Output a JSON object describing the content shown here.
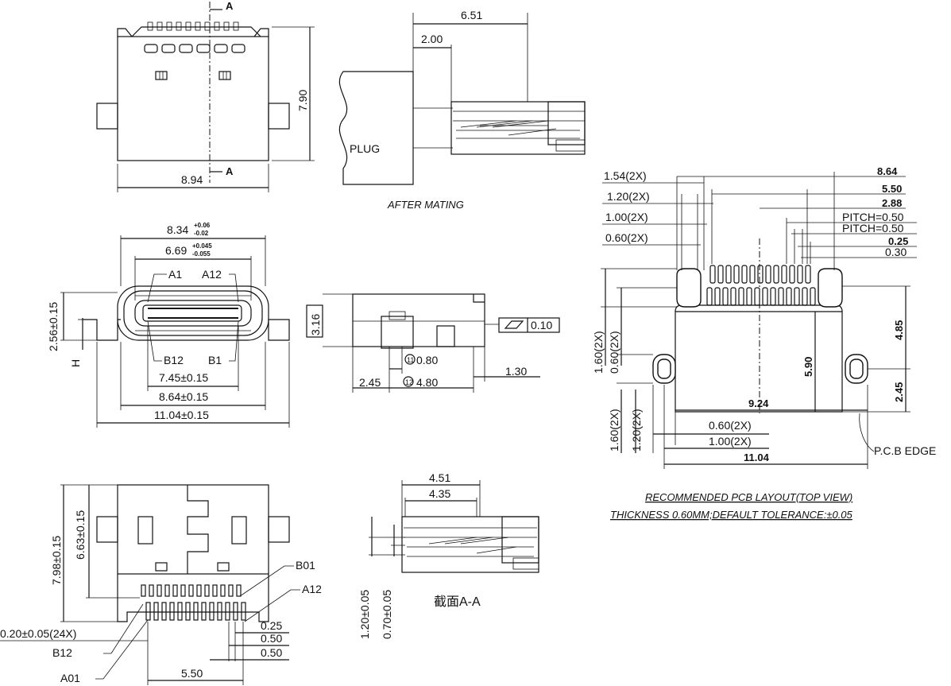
{
  "top_view": {
    "dim_height": "7.90",
    "dim_width": "8.94",
    "section_mark_top": "A",
    "section_mark_bottom": "A"
  },
  "after_mating": {
    "dim_total": "6.51",
    "dim_offset": "2.00",
    "plug_label": "PLUG",
    "caption": "AFTER MATING"
  },
  "front_view": {
    "dim_top_outer": "8.34",
    "dim_top_outer_tol_plus": "+0.06",
    "dim_top_outer_tol_minus": "-0.02",
    "dim_top_inner": "6.69",
    "dim_top_inner_tol_plus": "+0.045",
    "dim_top_inner_tol_minus": "-0.055",
    "pin_a1": "A1",
    "pin_a12": "A12",
    "pin_b12": "B12",
    "pin_b1": "B1",
    "dim_745": "7.45±0.15",
    "dim_864": "8.64±0.15",
    "dim_1104": "11.04±0.15",
    "dim_256": "2.56±0.15",
    "dim_h": "H"
  },
  "side_view": {
    "dim_316": "3.16",
    "flatness": "0.10",
    "circle_11": "11",
    "dim_080": "0.80",
    "circle_12": "12",
    "dim_480": "4.80",
    "dim_245": "2.45",
    "dim_130": "1.30"
  },
  "pcb_layout": {
    "dim_154": "1.54(2X)",
    "dim_120": "1.20(2X)",
    "dim_100": "1.00(2X)",
    "dim_060": "0.60(2X)",
    "dim_864": "8.64",
    "dim_550": "5.50",
    "dim_288": "2.88",
    "pitch1": "PITCH=0.50",
    "pitch2": "PITCH=0.50",
    "dim_025": "0.25",
    "dim_030": "0.30",
    "dim_160_left": "1.60(2X)",
    "dim_060_left": "0.60(2X)",
    "dim_485": "4.85",
    "dim_590": "5.90",
    "dim_245": "2.45",
    "dim_924": "9.24",
    "dim_160_b": "1.60(2X)",
    "dim_120_b": "1.20(2X)",
    "dim_060_b": "0.60(2X)",
    "dim_100_b": "1.00(2X)",
    "dim_1104": "11.04",
    "pcb_edge": "P.C.B EDGE",
    "title": "RECOMMENDED PCB LAYOUT(TOP VIEW)",
    "note": "THICKNESS 0.60MM;DEFAULT TOLERANCE:±0.05"
  },
  "bottom_view": {
    "dim_798": "7.98±0.15",
    "dim_663": "6.63±0.15",
    "label_b01": "B01",
    "label_a12": "A12",
    "dim_020": "0.20±0.05(24X)",
    "label_b12": "B12",
    "label_a01": "A01",
    "dim_025": "0.25",
    "dim_050a": "0.50",
    "dim_050b": "0.50",
    "dim_550": "5.50"
  },
  "section_view": {
    "dim_451": "4.51",
    "dim_435": "4.35",
    "dim_120": "1.20±0.05",
    "dim_070": "0.70±0.05",
    "caption": "截面A-A"
  }
}
